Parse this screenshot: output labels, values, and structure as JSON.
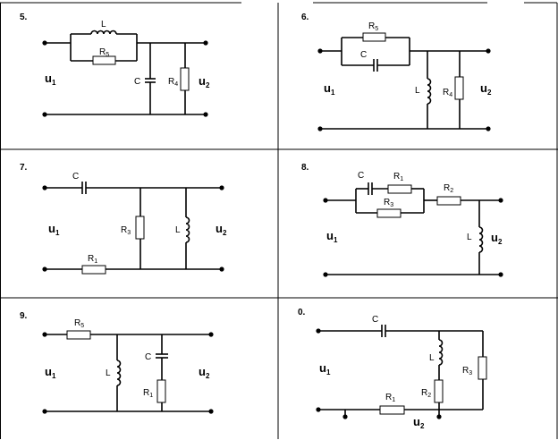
{
  "panels": [
    {
      "number": "5.",
      "in_label": {
        "main": "u",
        "sub": "1"
      },
      "out_label": {
        "main": "u",
        "sub": "2"
      },
      "components": [
        {
          "main": "L",
          "sub": ""
        },
        {
          "main": "R",
          "sub": "5"
        },
        {
          "main": "C",
          "sub": ""
        },
        {
          "main": "R",
          "sub": "4"
        }
      ]
    },
    {
      "number": "6.",
      "in_label": {
        "main": "u",
        "sub": "1"
      },
      "out_label": {
        "main": "u",
        "sub": "2"
      },
      "components": [
        {
          "main": "R",
          "sub": "5"
        },
        {
          "main": "C",
          "sub": ""
        },
        {
          "main": "L",
          "sub": ""
        },
        {
          "main": "R",
          "sub": "4"
        }
      ]
    },
    {
      "number": "7.",
      "in_label": {
        "main": "u",
        "sub": "1"
      },
      "out_label": {
        "main": "u",
        "sub": "2"
      },
      "components": [
        {
          "main": "C",
          "sub": ""
        },
        {
          "main": "R",
          "sub": "3"
        },
        {
          "main": "L",
          "sub": ""
        },
        {
          "main": "R",
          "sub": "1"
        }
      ]
    },
    {
      "number": "8.",
      "in_label": {
        "main": "u",
        "sub": "1"
      },
      "out_label": {
        "main": "u",
        "sub": "2"
      },
      "components": [
        {
          "main": "C",
          "sub": ""
        },
        {
          "main": "R",
          "sub": "1"
        },
        {
          "main": "R",
          "sub": "3"
        },
        {
          "main": "R",
          "sub": "2"
        },
        {
          "main": "L",
          "sub": ""
        }
      ]
    },
    {
      "number": "9.",
      "in_label": {
        "main": "u",
        "sub": "1"
      },
      "out_label": {
        "main": "u",
        "sub": "2"
      },
      "components": [
        {
          "main": "R",
          "sub": "5"
        },
        {
          "main": "L",
          "sub": ""
        },
        {
          "main": "C",
          "sub": ""
        },
        {
          "main": "R",
          "sub": "1"
        }
      ]
    },
    {
      "number": "0.",
      "in_label": {
        "main": "u",
        "sub": "1"
      },
      "out_label": {
        "main": "u",
        "sub": "2"
      },
      "components": [
        {
          "main": "C",
          "sub": ""
        },
        {
          "main": "L",
          "sub": ""
        },
        {
          "main": "R",
          "sub": "3"
        },
        {
          "main": "R",
          "sub": "2"
        },
        {
          "main": "R",
          "sub": "1"
        }
      ]
    }
  ]
}
